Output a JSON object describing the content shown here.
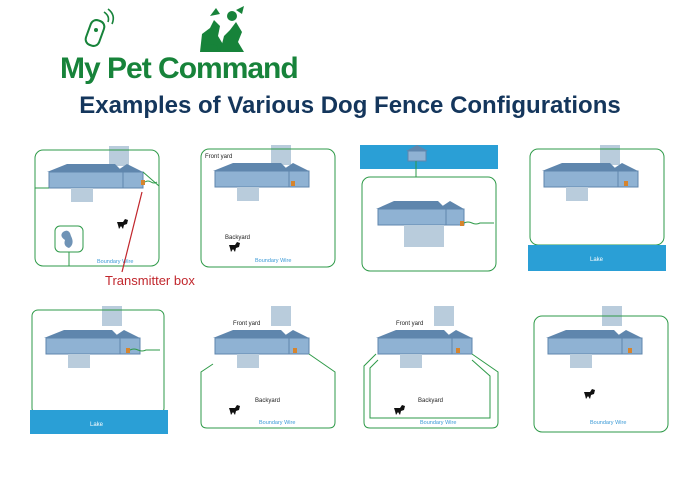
{
  "logo": {
    "text": "My Pet Command"
  },
  "title": "Examples of Various Dog Fence Configurations",
  "labels": {
    "front_yard": "Front yard",
    "backyard": "Backyard",
    "boundary_wire": "Boundary Wire",
    "lake": "Lake"
  },
  "callout": {
    "text": "Transmitter box"
  },
  "colors": {
    "wire": "#2e9a48",
    "house_roof": "#5f86ad",
    "house_wall": "#8fb2d3",
    "driveway": "#b9ccdc",
    "lake": "#2a9fd6",
    "callout": "#c1272d",
    "title": "#14365c",
    "logo": "#17833a"
  },
  "icons": [
    "dog-icon",
    "house-icon",
    "transmitter-icon",
    "pool-icon",
    "logo-dogs-icon",
    "remote-icon"
  ]
}
